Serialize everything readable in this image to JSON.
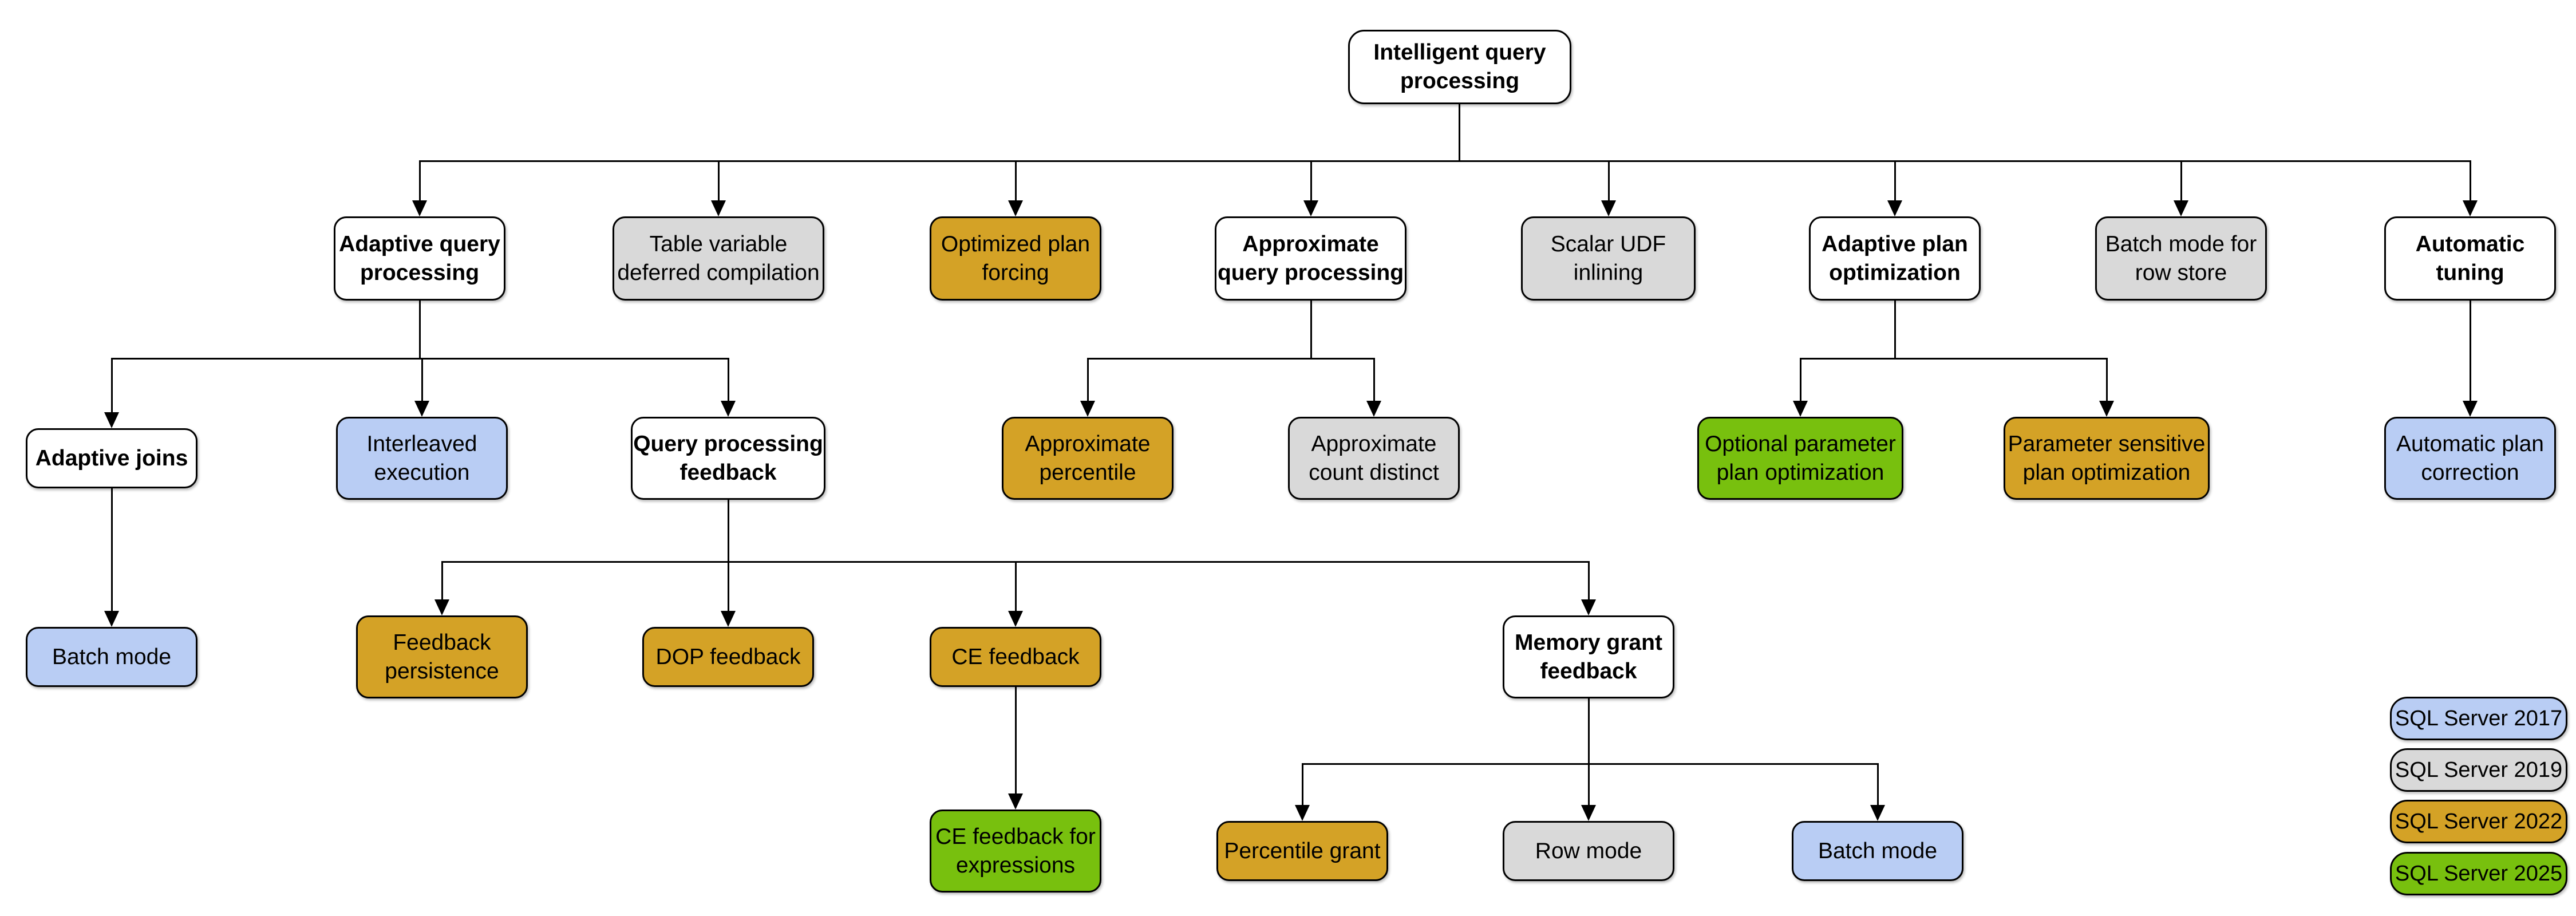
{
  "palette": {
    "parent": "#ffffff",
    "2017": "#b9cdf4",
    "2019": "#d9d9d9",
    "2022": "#d4a226",
    "2025": "#78c00e"
  },
  "legend": {
    "items": [
      {
        "label": "SQL Server 2017",
        "color": "#b9cdf4"
      },
      {
        "label": "SQL Server 2019",
        "color": "#d9d9d9"
      },
      {
        "label": "SQL Server 2022",
        "color": "#d4a226"
      },
      {
        "label": "SQL Server 2025",
        "color": "#78c00e"
      }
    ]
  },
  "nodes": {
    "root": {
      "label": "Intelligent query\nprocessing",
      "version": "parent"
    },
    "adaptive_query_processing": {
      "label": "Adaptive query\nprocessing",
      "version": "parent"
    },
    "table_variable_deferred_compilation": {
      "label": "Table variable\ndeferred compilation",
      "version": "2019"
    },
    "optimized_plan_forcing": {
      "label": "Optimized plan\nforcing",
      "version": "2022"
    },
    "approximate_query_processing": {
      "label": "Approximate\nquery processing",
      "version": "parent"
    },
    "scalar_udf_inlining": {
      "label": "Scalar UDF\ninlining",
      "version": "2019"
    },
    "adaptive_plan_optimization": {
      "label": "Adaptive plan\noptimization",
      "version": "parent"
    },
    "batch_mode_for_row_store": {
      "label": "Batch mode for\nrow store",
      "version": "2019"
    },
    "automatic_tuning": {
      "label": "Automatic\ntuning",
      "version": "parent"
    },
    "adaptive_joins": {
      "label": "Adaptive joins",
      "version": "parent"
    },
    "interleaved_execution": {
      "label": "Interleaved\nexecution",
      "version": "2017"
    },
    "query_processing_feedback": {
      "label": "Query processing\nfeedback",
      "version": "parent"
    },
    "approximate_percentile": {
      "label": "Approximate\npercentile",
      "version": "2022"
    },
    "approximate_count_distinct": {
      "label": "Approximate\ncount distinct",
      "version": "2019"
    },
    "optional_parameter_plan_optimization": {
      "label": "Optional parameter\nplan optimization",
      "version": "2025"
    },
    "parameter_sensitive_plan_optimization": {
      "label": "Parameter sensitive\nplan optimization",
      "version": "2022"
    },
    "automatic_plan_correction": {
      "label": "Automatic plan\ncorrection",
      "version": "2017"
    },
    "batch_mode_adaptive_joins": {
      "label": "Batch mode",
      "version": "2017"
    },
    "feedback_persistence": {
      "label": "Feedback\npersistence",
      "version": "2022"
    },
    "dop_feedback": {
      "label": "DOP feedback",
      "version": "2022"
    },
    "ce_feedback": {
      "label": "CE feedback",
      "version": "2022"
    },
    "memory_grant_feedback": {
      "label": "Memory grant\nfeedback",
      "version": "parent"
    },
    "ce_feedback_for_expressions": {
      "label": "CE feedback for\nexpressions",
      "version": "2025"
    },
    "percentile_grant": {
      "label": "Percentile grant",
      "version": "2022"
    },
    "row_mode": {
      "label": "Row mode",
      "version": "2019"
    },
    "batch_mode_memory_grant": {
      "label": "Batch mode",
      "version": "2017"
    }
  },
  "edges": [
    [
      "root",
      "adaptive_query_processing"
    ],
    [
      "root",
      "table_variable_deferred_compilation"
    ],
    [
      "root",
      "optimized_plan_forcing"
    ],
    [
      "root",
      "approximate_query_processing"
    ],
    [
      "root",
      "scalar_udf_inlining"
    ],
    [
      "root",
      "adaptive_plan_optimization"
    ],
    [
      "root",
      "batch_mode_for_row_store"
    ],
    [
      "root",
      "automatic_tuning"
    ],
    [
      "adaptive_query_processing",
      "adaptive_joins"
    ],
    [
      "adaptive_query_processing",
      "interleaved_execution"
    ],
    [
      "adaptive_query_processing",
      "query_processing_feedback"
    ],
    [
      "approximate_query_processing",
      "approximate_percentile"
    ],
    [
      "approximate_query_processing",
      "approximate_count_distinct"
    ],
    [
      "adaptive_plan_optimization",
      "optional_parameter_plan_optimization"
    ],
    [
      "adaptive_plan_optimization",
      "parameter_sensitive_plan_optimization"
    ],
    [
      "automatic_tuning",
      "automatic_plan_correction"
    ],
    [
      "adaptive_joins",
      "batch_mode_adaptive_joins"
    ],
    [
      "query_processing_feedback",
      "feedback_persistence"
    ],
    [
      "query_processing_feedback",
      "dop_feedback"
    ],
    [
      "query_processing_feedback",
      "ce_feedback"
    ],
    [
      "query_processing_feedback",
      "memory_grant_feedback"
    ],
    [
      "ce_feedback",
      "ce_feedback_for_expressions"
    ],
    [
      "memory_grant_feedback",
      "percentile_grant"
    ],
    [
      "memory_grant_feedback",
      "row_mode"
    ],
    [
      "memory_grant_feedback",
      "batch_mode_memory_grant"
    ]
  ]
}
